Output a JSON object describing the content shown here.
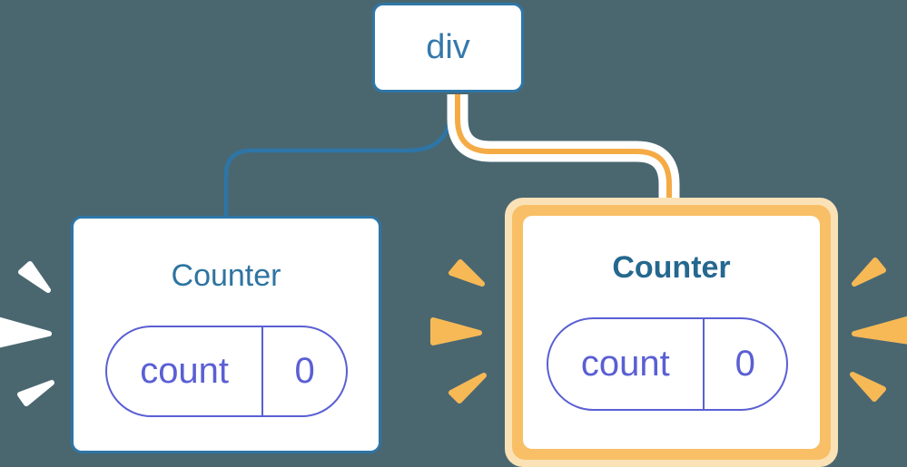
{
  "canvas": {
    "background": "#4a6770"
  },
  "root_node": {
    "label": "div"
  },
  "children": [
    {
      "title": "Counter",
      "state_key": "count",
      "state_value": "0",
      "highlighted": false
    },
    {
      "title": "Counter",
      "state_key": "count",
      "state_value": "0",
      "highlighted": true
    }
  ],
  "colors": {
    "background": "#4a6770",
    "node_border_blue": "#2e75a7",
    "node_text_blue": "#3579ab",
    "counter_title_blue": "#2e74a1",
    "counter_title_blue_bold": "#25688f",
    "state_purple": "#5a5fd3",
    "connector_orange": "#f5ab45",
    "highlight_ring_orange": "#f8bf66",
    "highlight_ring_pale": "#fbe2b6",
    "sparkle_white": "#ffffff",
    "sparkle_orange": "#f7b956"
  },
  "icons": {
    "left_burst": "sparkle-burst-white-icon",
    "middle_burst": "sparkle-burst-orange-icon",
    "right_burst": "sparkle-burst-orange-icon"
  }
}
